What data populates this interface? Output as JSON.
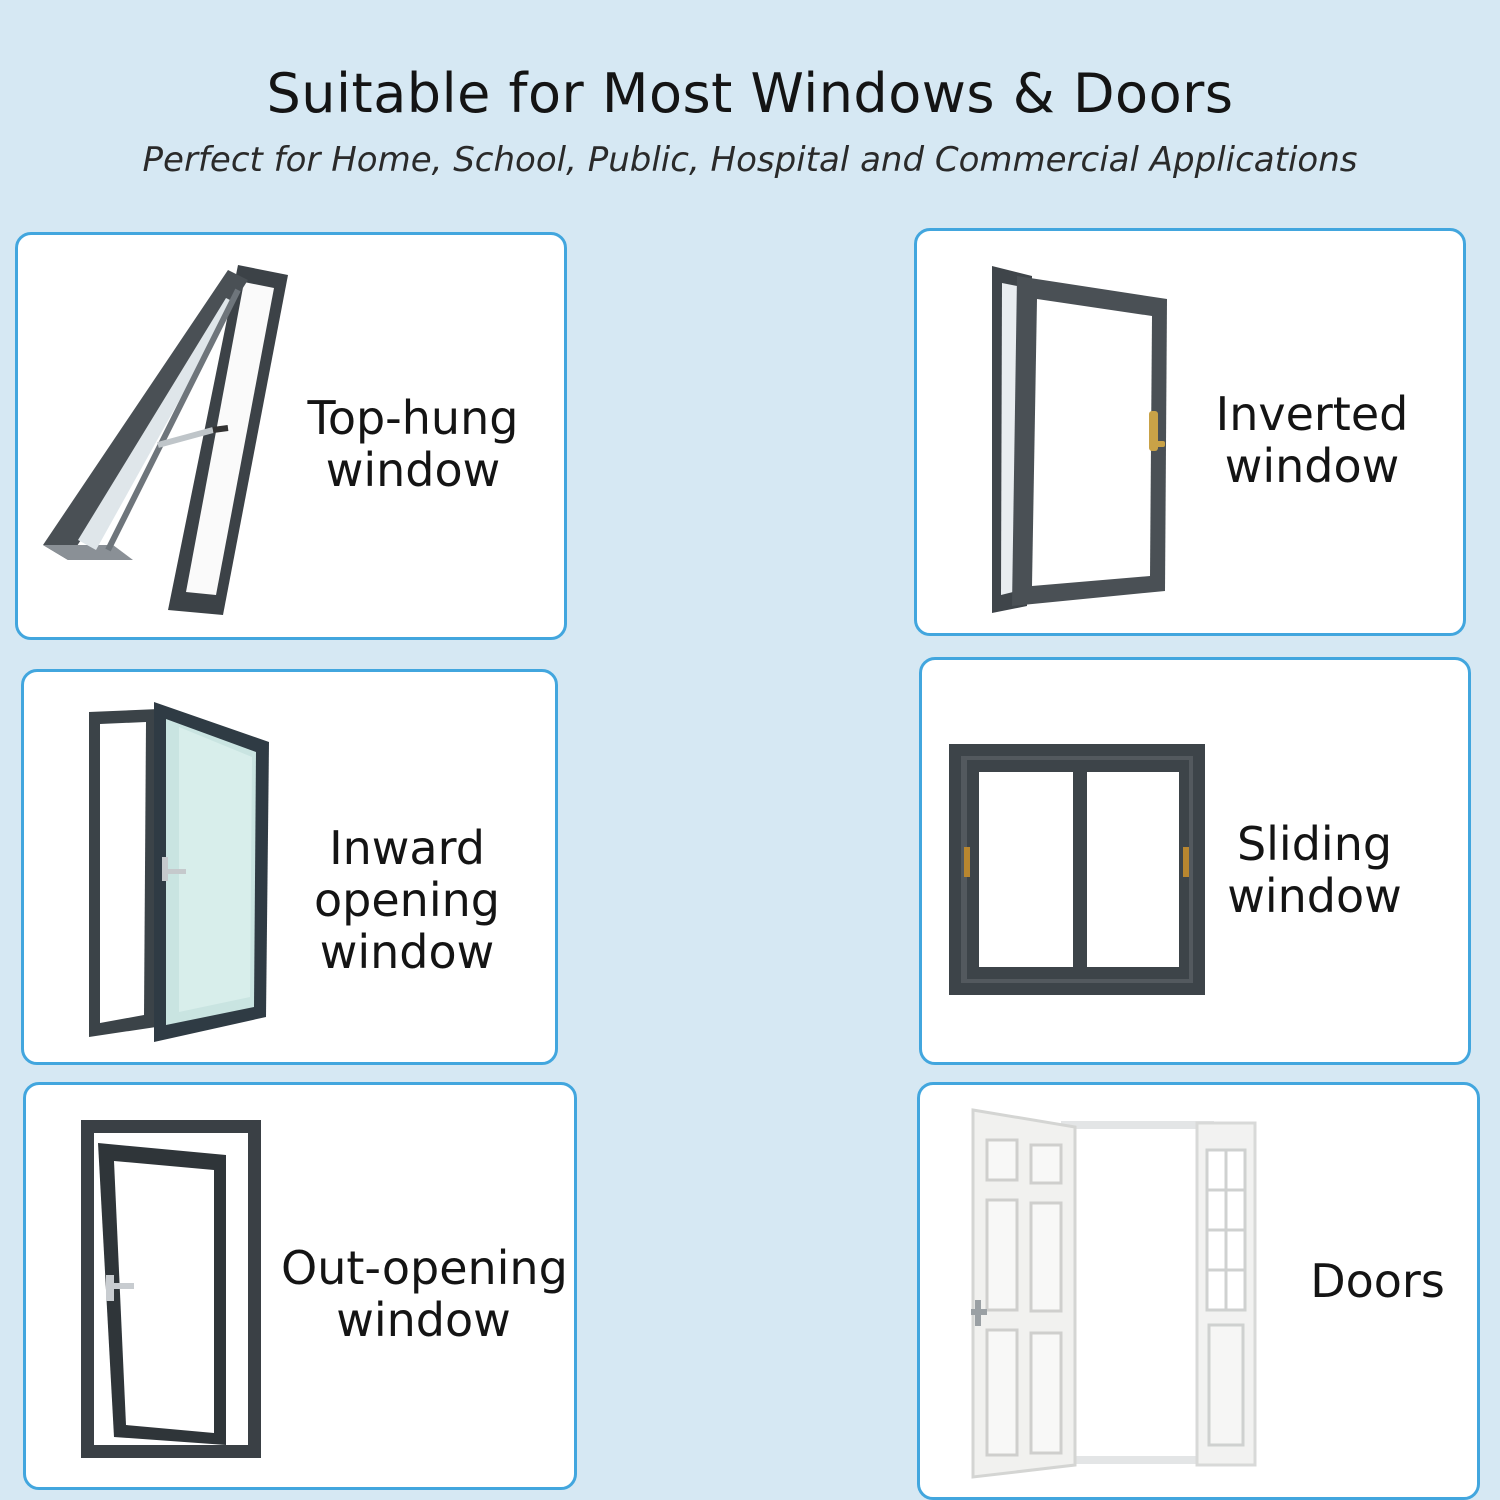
{
  "header": {
    "title": "Suitable for Most Windows & Doors",
    "subtitle": "Perfect for Home, School, Public, Hospital and Commercial Applications"
  },
  "cards": [
    {
      "icon": "top-hung-window-icon",
      "lines": [
        "Top-hung",
        "window"
      ]
    },
    {
      "icon": "inverted-window-icon",
      "lines": [
        "Inverted",
        "window"
      ]
    },
    {
      "icon": "inward-opening-window-icon",
      "lines": [
        "Inward",
        "opening",
        "window"
      ]
    },
    {
      "icon": "sliding-window-icon",
      "lines": [
        "Sliding",
        "window"
      ]
    },
    {
      "icon": "out-opening-window-icon",
      "lines": [
        "Out-opening",
        "window"
      ]
    },
    {
      "icon": "door-icon",
      "lines": [
        "Doors"
      ]
    }
  ],
  "colors": {
    "background": "#d6e8f3",
    "card_border": "#42a6de",
    "frame": "#3d4348"
  }
}
